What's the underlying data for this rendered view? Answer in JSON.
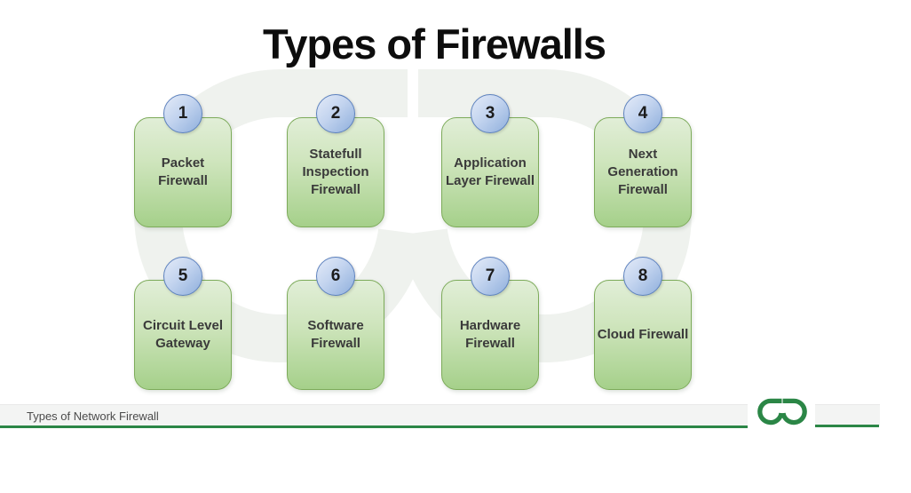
{
  "title": "Types of Firewalls",
  "cards": [
    {
      "number": "1",
      "label": "Packet\nFirewall"
    },
    {
      "number": "2",
      "label": "Statefull\nInspection\nFirewall"
    },
    {
      "number": "3",
      "label": "Application\nLayer Firewall"
    },
    {
      "number": "4",
      "label": "Next\nGeneration\nFirewall"
    },
    {
      "number": "5",
      "label": "Circuit Level\nGateway"
    },
    {
      "number": "6",
      "label": "Software\nFirewall"
    },
    {
      "number": "7",
      "label": "Hardware\nFirewall"
    },
    {
      "number": "8",
      "label": "Cloud Firewall"
    }
  ],
  "footer": {
    "caption": "Types of Network Firewall",
    "logo_icon": "geeksforgeeks-logo"
  },
  "colors": {
    "box_fill_top": "#e1eed7",
    "box_fill_bottom": "#a5d08a",
    "box_border": "#7dab5a",
    "circle_fill_top": "#e4ebf8",
    "circle_fill_bottom": "#8fafdc",
    "circle_border": "#5c81be",
    "label_text": "#3a3a3a",
    "title_text": "#0d0d0d",
    "footer_bar": "#f3f4f3",
    "accent_green": "#2b8646"
  }
}
